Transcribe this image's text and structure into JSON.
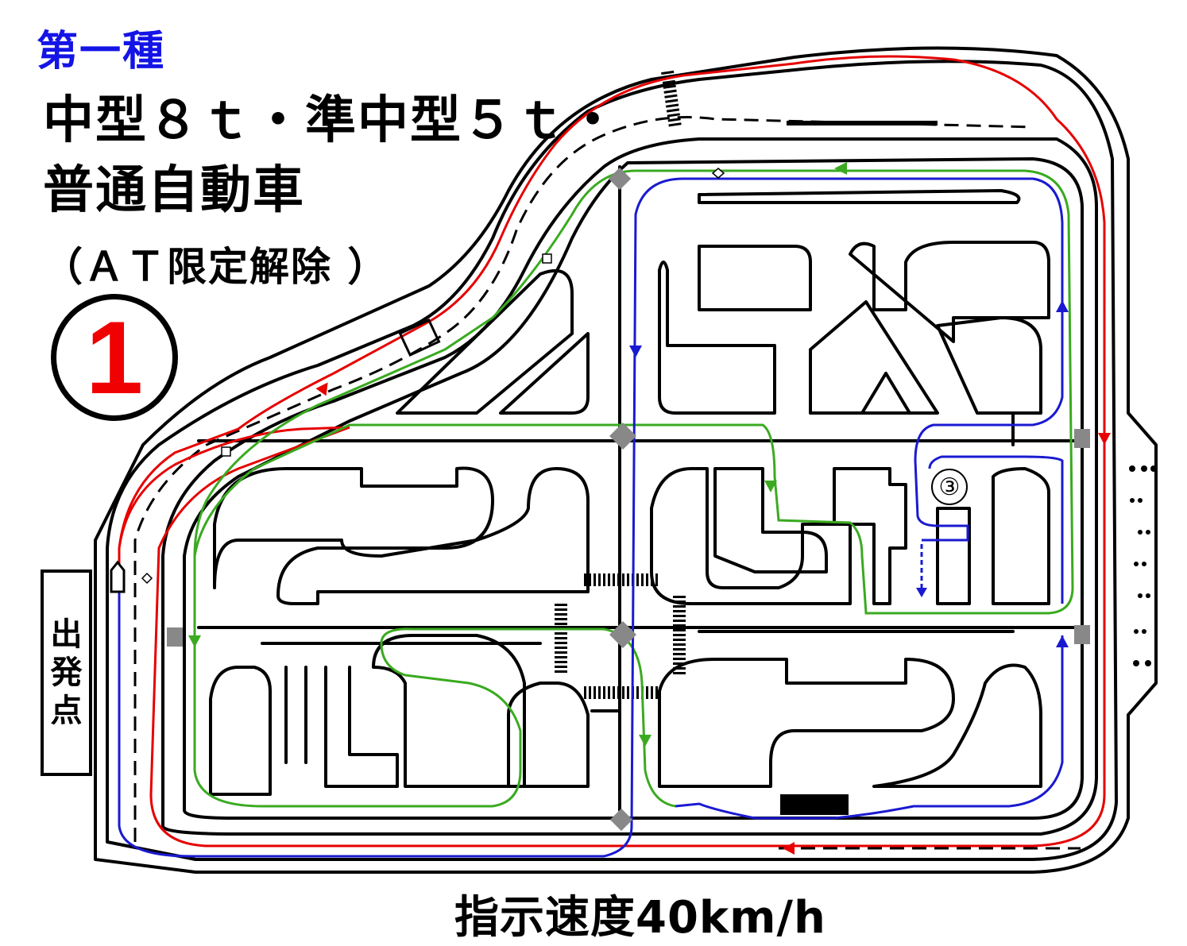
{
  "header": {
    "category": "第一種",
    "title_line1": "中型８ｔ・準中型５ｔ・",
    "title_line2": "普通自動車",
    "title_line3": "（ＡＴ限定解除 ）"
  },
  "course": {
    "number": "1",
    "number_color": "#f00000"
  },
  "start_point": {
    "chars": [
      "出",
      "発",
      "点"
    ]
  },
  "speed_label": "指示速度40km/h",
  "map_marker": {
    "label": "③"
  },
  "routes": [
    {
      "color_name": "red",
      "color": "#e60000"
    },
    {
      "color_name": "green",
      "color": "#3aaa20"
    },
    {
      "color_name": "blue",
      "color": "#1a1ad0"
    }
  ],
  "colors": {
    "road_outline": "#000000",
    "background": "#ffffff",
    "category_text": "#1414e6"
  }
}
